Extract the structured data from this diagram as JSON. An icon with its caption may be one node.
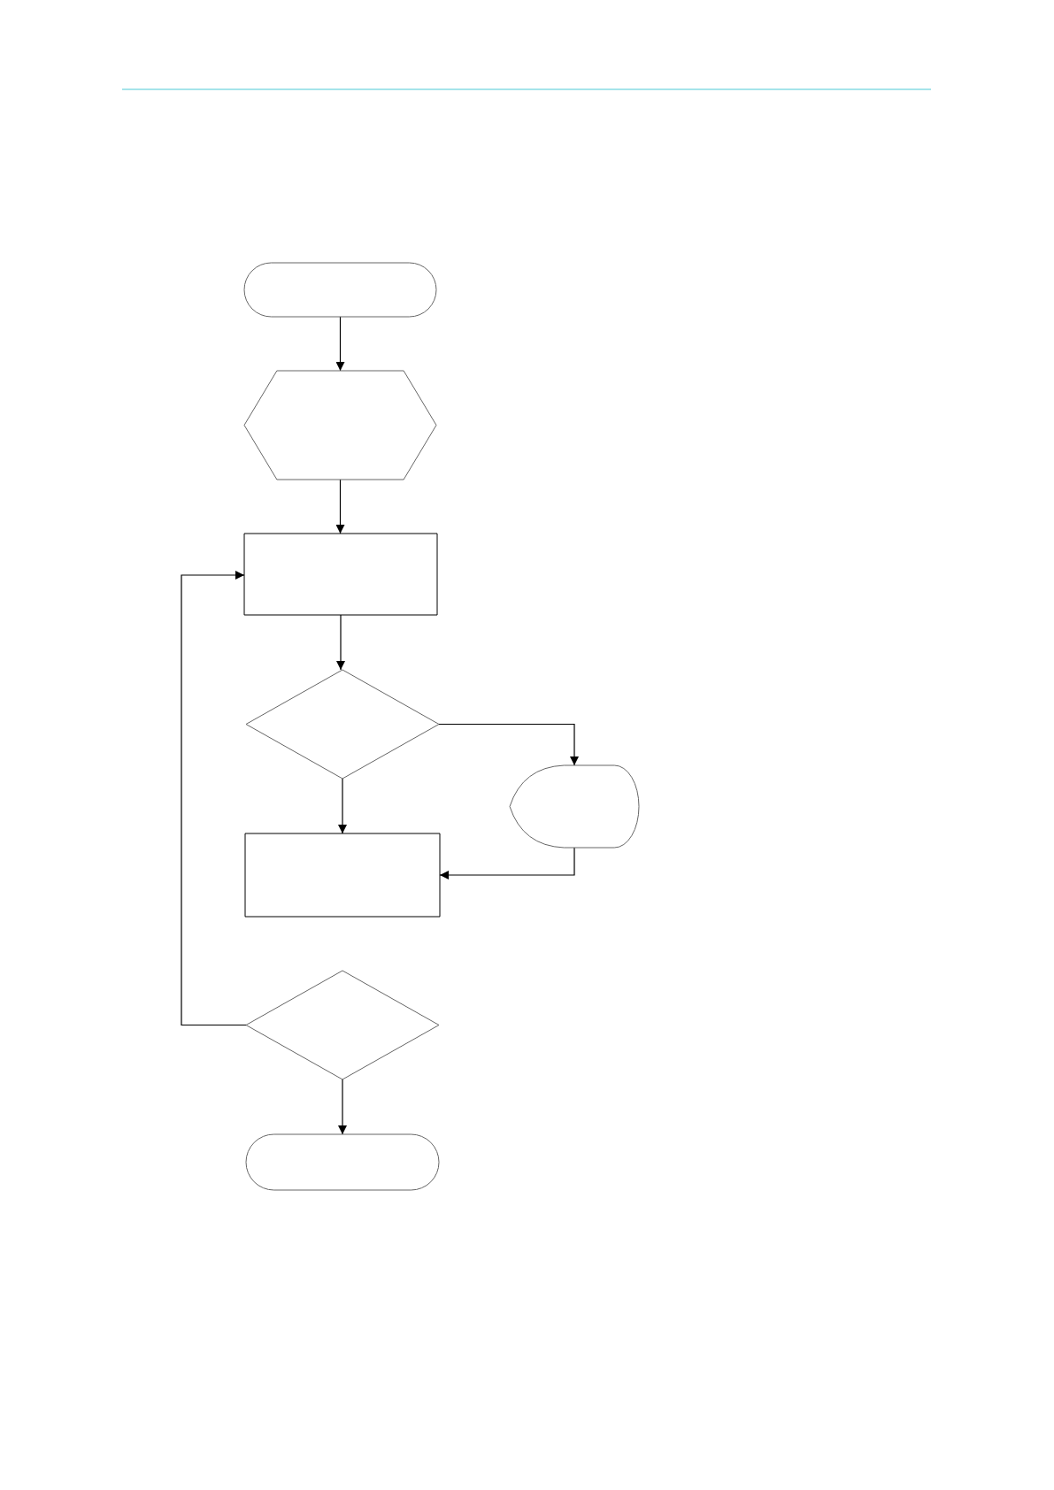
{
  "diagram": {
    "nodes": [
      {
        "text": [],
        "shape": "terminator"
      },
      {
        "text": [],
        "shape": "hexagon"
      },
      {
        "text": [],
        "shape": "box"
      },
      {
        "text": [],
        "shape": "diamond"
      },
      {
        "text": [],
        "shape": "display"
      },
      {
        "text": [],
        "shape": "box"
      },
      {
        "text": [],
        "shape": "diamond"
      },
      {
        "text": [],
        "shape": "terminator"
      }
    ],
    "edges": [
      {
        "from": 0,
        "to": 1,
        "arrow": "to"
      },
      {
        "from": 1,
        "to": 2,
        "arrow": "to"
      },
      {
        "from": 2,
        "to": 3,
        "arrow": "to"
      },
      {
        "from": 3,
        "to": 5,
        "arrow": "to"
      },
      {
        "from": 3,
        "to": 4,
        "arrow": "to"
      },
      {
        "from": 4,
        "to": 5,
        "arrow": "to"
      },
      {
        "from": 6,
        "to": 2,
        "arrow": "to"
      },
      {
        "from": 6,
        "to": 7,
        "arrow": "to"
      }
    ]
  }
}
